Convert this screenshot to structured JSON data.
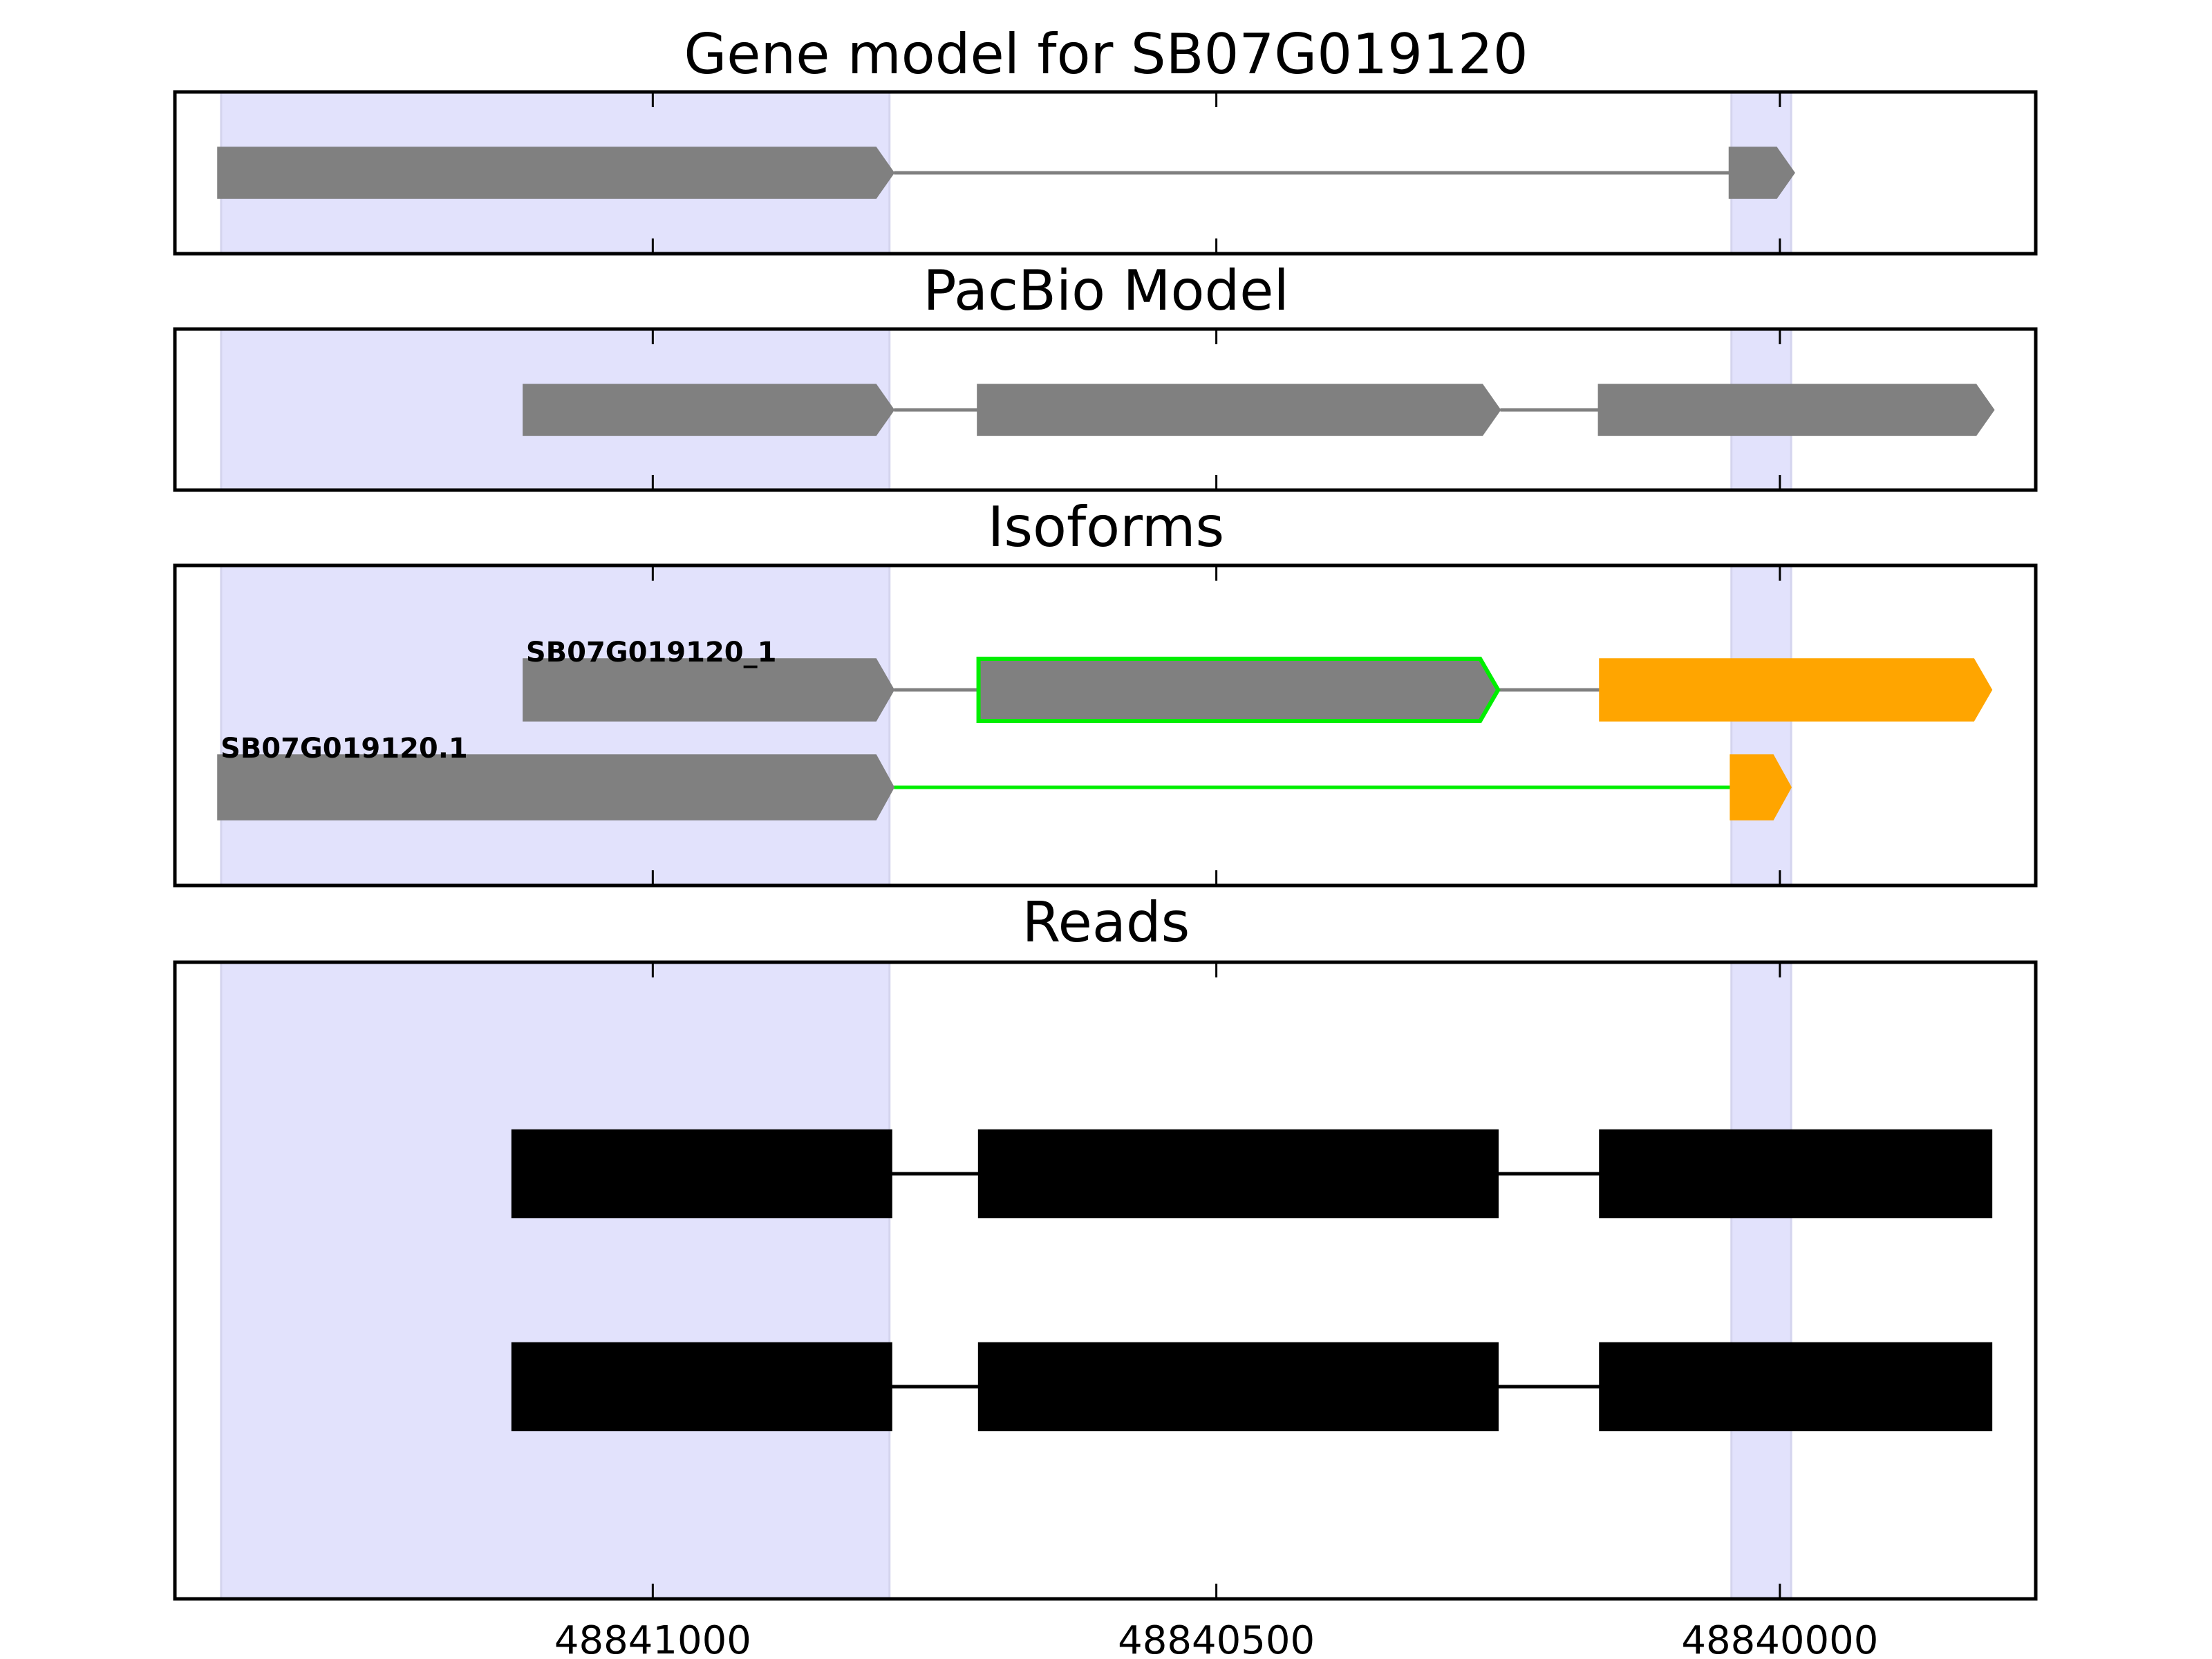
{
  "chart_data": [
    {
      "type": "gene-track",
      "title": "Gene model for SB07G019120",
      "xlim": [
        48841424,
        48839773
      ],
      "xticks": [
        48841000,
        48840500,
        48840000
      ],
      "highlight_regions": [
        [
          48841383,
          48840790
        ],
        [
          48840043,
          48839990
        ]
      ],
      "tracks": [
        {
          "label": "",
          "color": "#808080",
          "intron_color": "#808080",
          "strand": "-",
          "exons": [
            {
              "start": 48841386,
              "end": 48840786,
              "fill": "#808080",
              "outline": null
            },
            {
              "start": 48840045,
              "end": 48839987,
              "fill": "#808080",
              "outline": null
            }
          ]
        }
      ]
    },
    {
      "type": "gene-track",
      "title": "PacBio Model",
      "xlim": [
        48841424,
        48839773
      ],
      "xticks": [
        48841000,
        48840500,
        48840000
      ],
      "highlight_regions": [
        [
          48841383,
          48840790
        ],
        [
          48840043,
          48839990
        ]
      ],
      "tracks": [
        {
          "label": "",
          "color": "#808080",
          "intron_color": "#808080",
          "strand": "-",
          "exons": [
            {
              "start": 48841115,
              "end": 48840786,
              "fill": "#808080",
              "outline": null
            },
            {
              "start": 48840712,
              "end": 48840248,
              "fill": "#808080",
              "outline": null
            },
            {
              "start": 48840161,
              "end": 48839810,
              "fill": "#808080",
              "outline": null
            }
          ]
        }
      ]
    },
    {
      "type": "gene-track",
      "title": "Isoforms",
      "xlim": [
        48841424,
        48839773
      ],
      "xticks": [
        48841000,
        48840500,
        48840000
      ],
      "highlight_regions": [
        [
          48841383,
          48840790
        ],
        [
          48840043,
          48839990
        ]
      ],
      "tracks": [
        {
          "label": "SB07G019120_1",
          "intron_color": "#808080",
          "strand": "-",
          "exons": [
            {
              "start": 48841115,
              "end": 48840786,
              "fill": "#808080",
              "outline": null
            },
            {
              "start": 48840711,
              "end": 48840250,
              "fill": "#808080",
              "outline": "#00ee00"
            },
            {
              "start": 48840160,
              "end": 48839812,
              "fill": "#ffa500",
              "outline": null
            }
          ]
        },
        {
          "label": "SB07G019120.1",
          "intron_color": "#00ee00",
          "strand": "-",
          "exons": [
            {
              "start": 48841386,
              "end": 48840786,
              "fill": "#808080",
              "outline": null
            },
            {
              "start": 48840044,
              "end": 48839990,
              "fill": "#ffa500",
              "outline": null
            }
          ]
        }
      ]
    },
    {
      "type": "gene-track",
      "title": "Reads",
      "xlim": [
        48841424,
        48839773
      ],
      "xticks": [
        48841000,
        48840500,
        48840000
      ],
      "xtick_labels": [
        "48841000",
        "48840500",
        "48840000"
      ],
      "highlight_regions": [
        [
          48841383,
          48840790
        ],
        [
          48840043,
          48839990
        ]
      ],
      "tracks": [
        {
          "label": "",
          "intron_color": "#000000",
          "strand": "none",
          "exons": [
            {
              "start": 48841125,
              "end": 48840788,
              "fill": "#000000",
              "outline": null
            },
            {
              "start": 48840711,
              "end": 48840250,
              "fill": "#000000",
              "outline": null
            },
            {
              "start": 48840160,
              "end": 48839812,
              "fill": "#000000",
              "outline": null
            }
          ]
        },
        {
          "label": "",
          "intron_color": "#000000",
          "strand": "none",
          "exons": [
            {
              "start": 48841125,
              "end": 48840788,
              "fill": "#000000",
              "outline": null
            },
            {
              "start": 48840711,
              "end": 48840250,
              "fill": "#000000",
              "outline": null
            },
            {
              "start": 48840160,
              "end": 48839812,
              "fill": "#000000",
              "outline": null
            }
          ]
        }
      ]
    }
  ],
  "colors": {
    "highlight": "#e2e2fc",
    "highlight_edge": "#d4d4ee",
    "axis": "#000000"
  }
}
